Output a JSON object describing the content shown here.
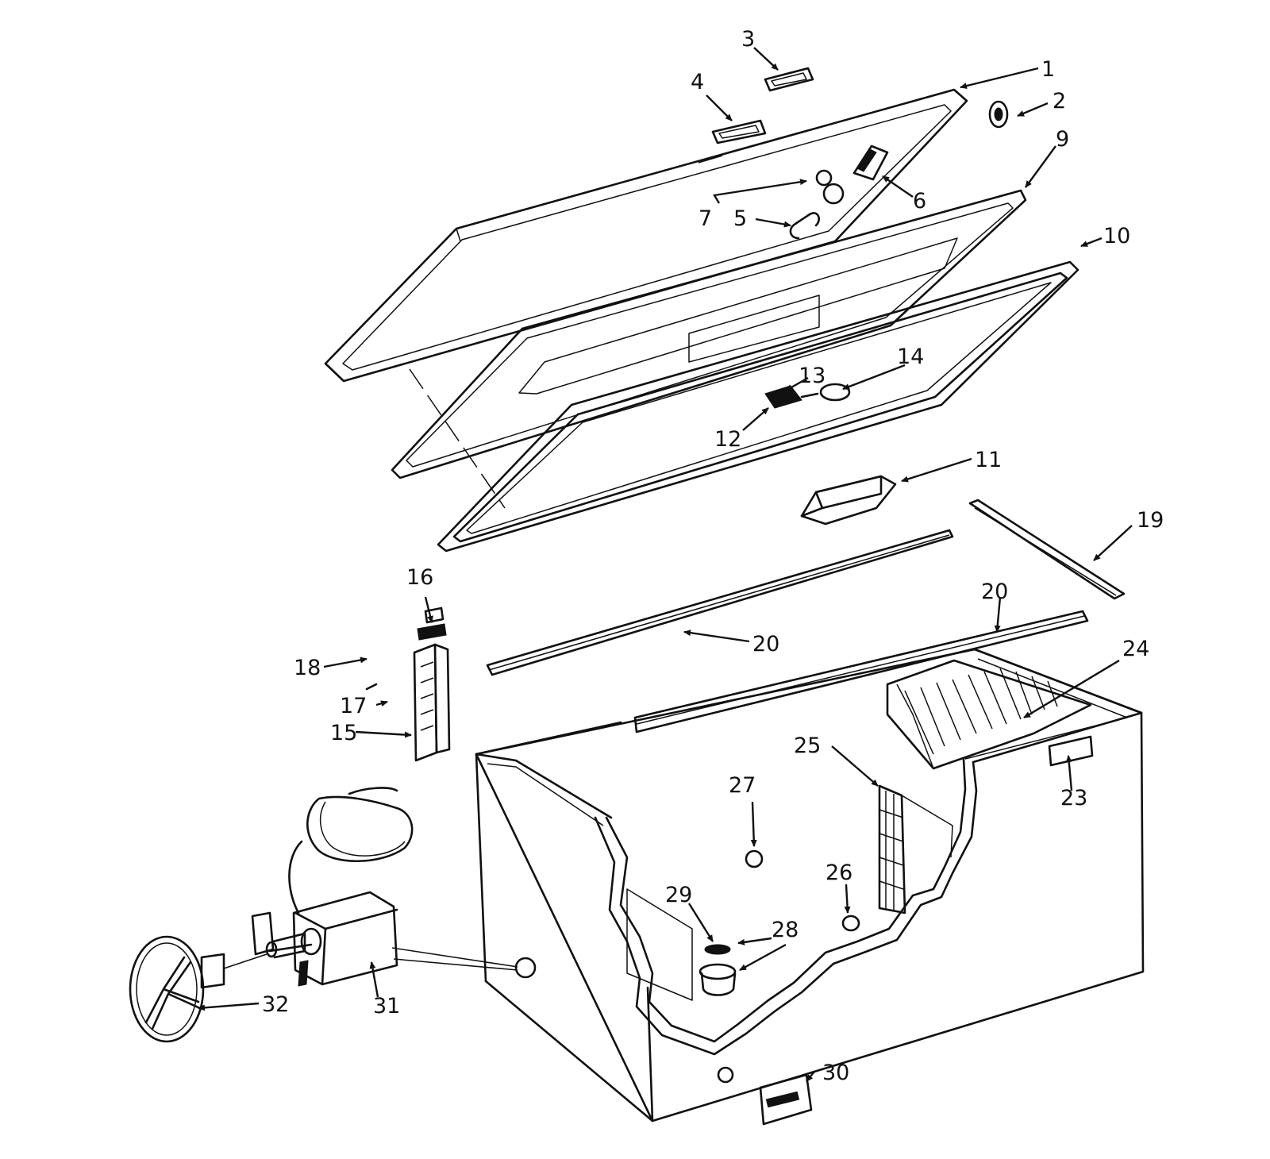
{
  "labels": {
    "l1": "1",
    "l2": "2",
    "l3": "3",
    "l4": "4",
    "l5": "5",
    "l6": "6",
    "l7": "7",
    "l9": "9",
    "l10": "10",
    "l11": "11",
    "l12": "12",
    "l13": "13",
    "l14": "14",
    "l15": "15",
    "l16": "16",
    "l17": "17",
    "l18": "18",
    "l19": "19",
    "l20a": "20",
    "l20b": "20",
    "l23": "23",
    "l24": "24",
    "l25": "25",
    "l26": "26",
    "l27": "27",
    "l28": "28",
    "l29": "29",
    "l30": "30",
    "l31": "31",
    "l32": "32"
  }
}
